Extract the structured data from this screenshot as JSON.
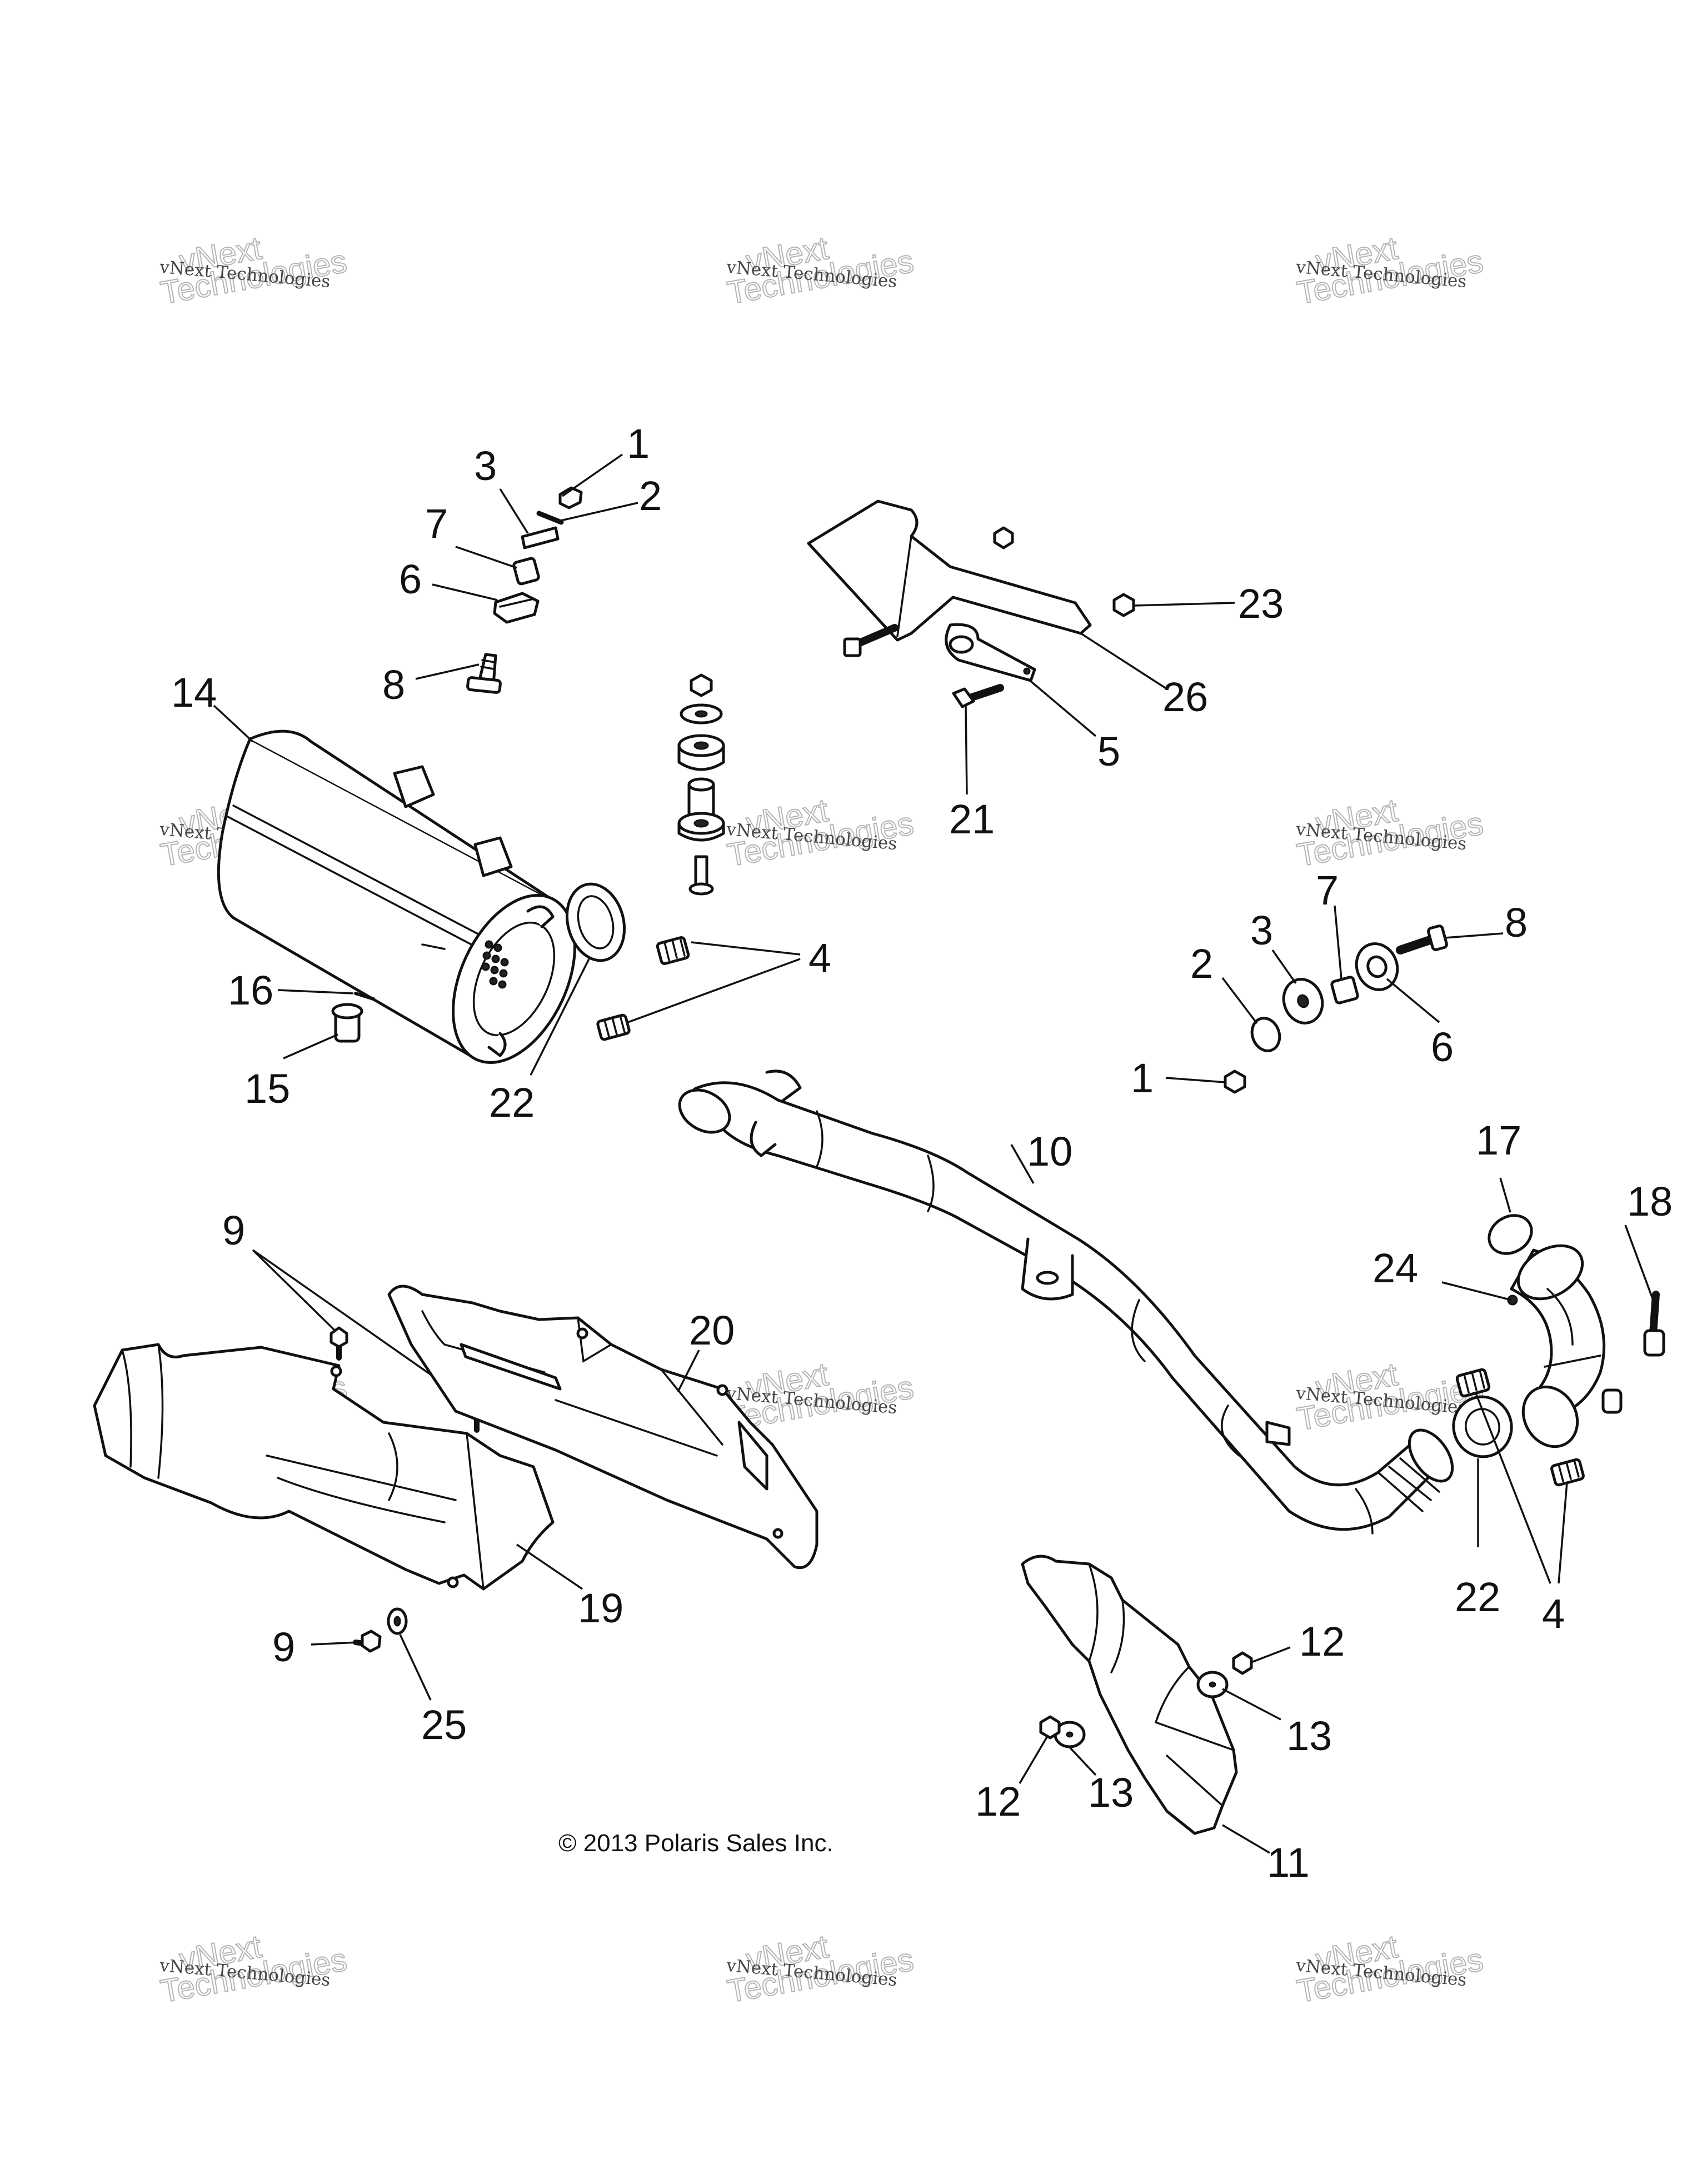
{
  "copyright": "© 2013 Polaris Sales Inc.",
  "watermark": {
    "small": "vNext Technologies",
    "top_line": "vNext",
    "bottom_line": "Technologies"
  },
  "callouts": {
    "c1a": "1",
    "c2a": "2",
    "c3a": "3",
    "c7a": "7",
    "c6a": "6",
    "c8a": "8",
    "c14": "14",
    "c16": "16",
    "c15": "15",
    "c22a": "22",
    "c4a": "4",
    "c23": "23",
    "c26": "26",
    "c5": "5",
    "c21": "21",
    "c1b": "1",
    "c2b": "2",
    "c3b": "3",
    "c7b": "7",
    "c8b": "8",
    "c6b": "6",
    "c10": "10",
    "c17": "17",
    "c18": "18",
    "c24": "24",
    "c22b": "22",
    "c4b": "4",
    "c9a": "9",
    "c20": "20",
    "c19": "19",
    "c9b": "9",
    "c25": "25",
    "c12a": "12",
    "c13a": "13",
    "c12b": "12",
    "c13b": "13",
    "c11": "11"
  }
}
